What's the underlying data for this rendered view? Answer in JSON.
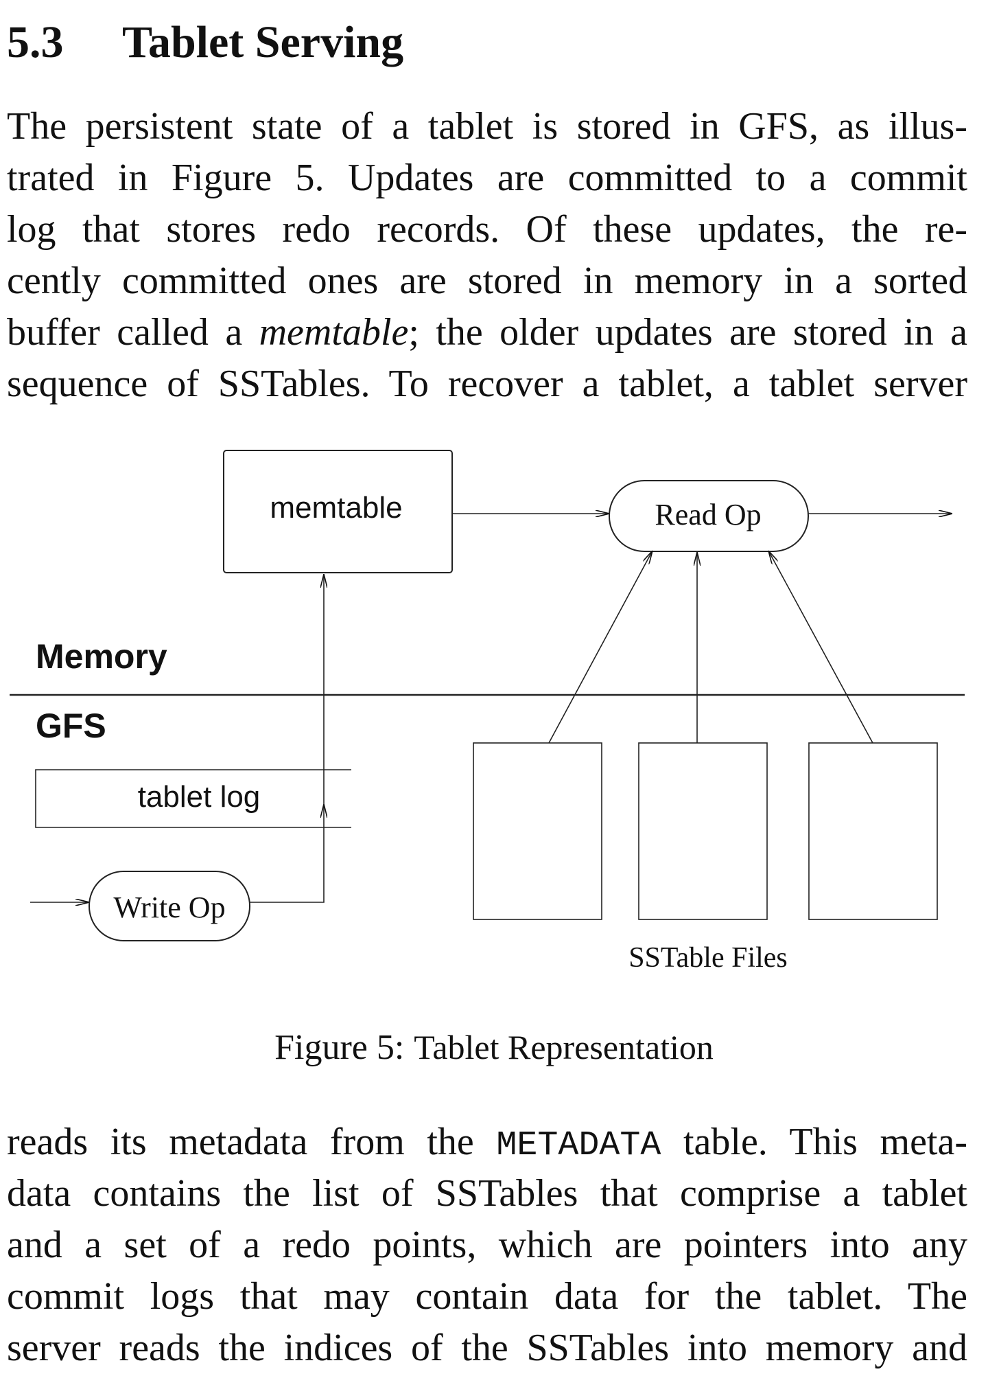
{
  "section": {
    "number": "5.3",
    "title": "Tablet Serving"
  },
  "paragraph_top": {
    "lines": [
      "The persistent state of a tablet is stored in GFS, as illus-",
      "trated in Figure 5.  Updates are committed to a commit",
      "log that stores redo records.  Of these updates, the re-",
      "cently committed ones are stored in memory in a sorted",
      "buffer called a ",
      "memtable",
      "; the older updates are stored in a",
      "sequence of SSTables. To recover a tablet, a tablet server"
    ]
  },
  "figure": {
    "memtable_label": "memtable",
    "read_op_label": "Read Op",
    "memory_label": "Memory",
    "gfs_label": "GFS",
    "tablet_log_label": "tablet log",
    "write_op_label": "Write Op",
    "sstable_files_label": "SSTable Files",
    "caption_label": "Figure 5:",
    "caption_text": "Tablet Representation"
  },
  "paragraph_bottom": {
    "line1_pre": "reads its metadata from the ",
    "line1_code": "METADATA",
    "line1_post": " table. This meta-",
    "lines": [
      "data contains the list of SSTables that comprise a tablet",
      "and a set of a redo points, which are pointers into any",
      "commit logs that may contain data for the tablet.  The",
      "server reads the indices of the SSTables into memory and"
    ]
  }
}
